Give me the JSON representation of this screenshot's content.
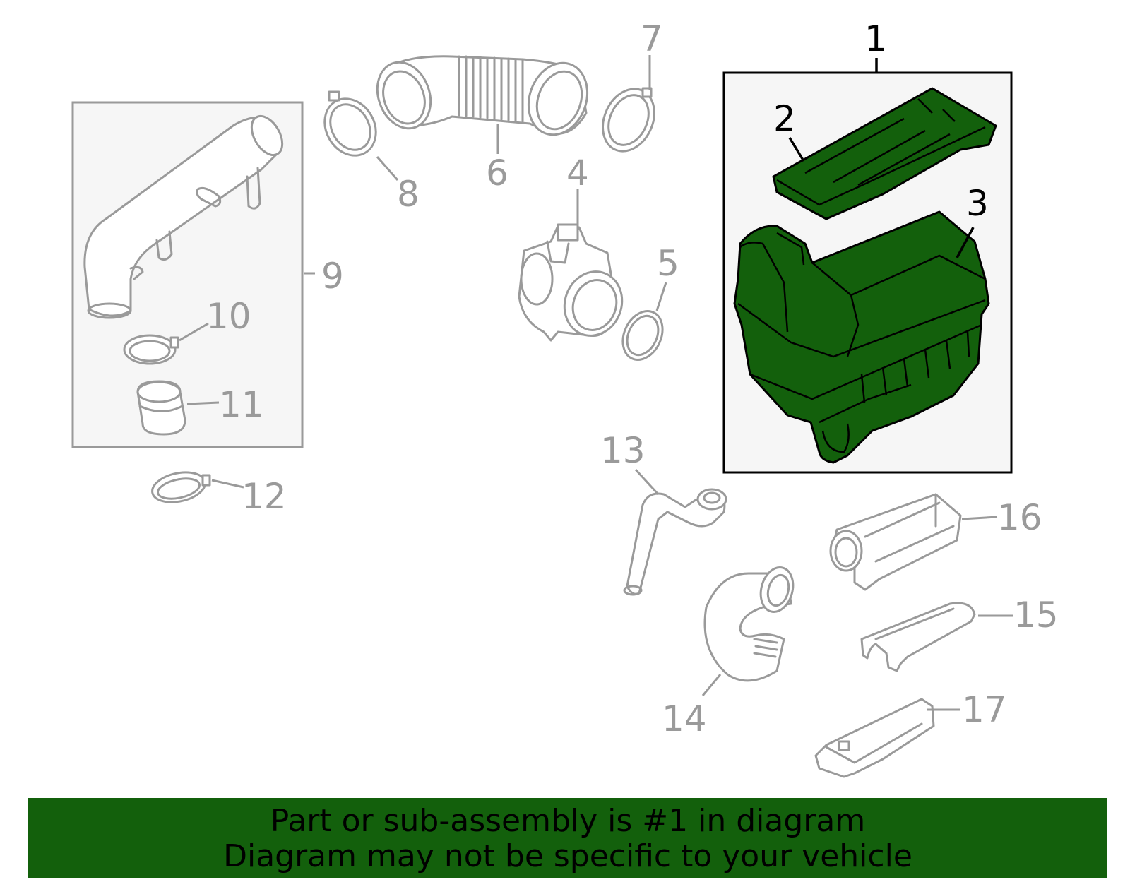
{
  "callouts": {
    "c1": "1",
    "c2": "2",
    "c3": "3",
    "c4": "4",
    "c5": "5",
    "c6": "6",
    "c7": "7",
    "c8": "8",
    "c9": "9",
    "c10": "10",
    "c11": "11",
    "c12": "12",
    "c13": "13",
    "c14": "14",
    "c15": "15",
    "c16": "16",
    "c17": "17"
  },
  "footer": {
    "line1": "Part or sub-assembly is #1 in diagram",
    "line2": "Diagram may not be specific to your vehicle"
  },
  "colors": {
    "highlight": "#13600c",
    "outline": "#9a9a9a",
    "box_fill": "#f6f6f6"
  }
}
